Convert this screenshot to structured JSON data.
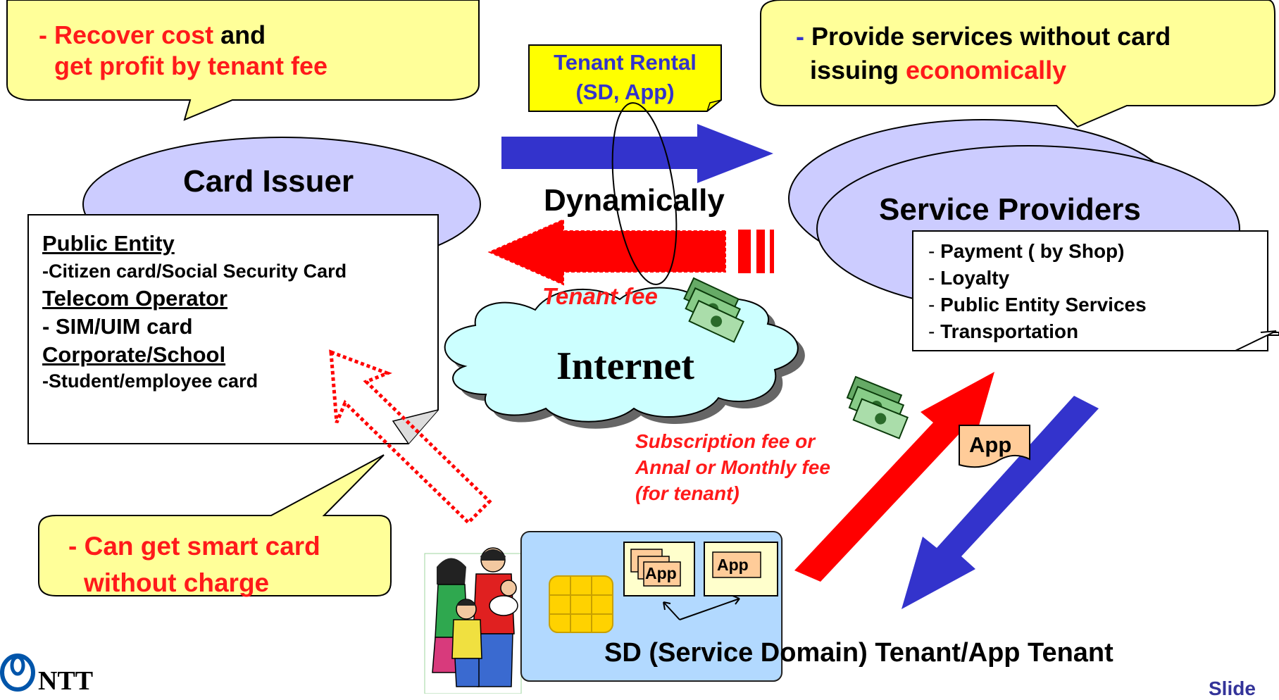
{
  "colors": {
    "callout_fill": "#ffff99",
    "ellipse_fill": "#ccccff",
    "note_fill": "#ffff00",
    "arrow_blue": "#3333cc",
    "arrow_red": "#ff0000",
    "highlight_red": "#ff1a1a",
    "cloud_fill": "#ccffff",
    "card_fill": "#99ccff",
    "app_fill": "#ffffcc",
    "slide_label": "#333399"
  },
  "icons": [
    "money-icon",
    "family-icon",
    "chip-icon",
    "ntt-logo-icon",
    "app-document-icon"
  ],
  "callout_top_left": {
    "dash": "- ",
    "red1": "Recover cost",
    "black1": " and",
    "line2": "get profit by tenant fee"
  },
  "callout_top_right": {
    "dash": "- ",
    "black1": "Provide services  without card",
    "black2": "issuing ",
    "red2": "economically"
  },
  "callout_bottom_left": {
    "line1": "- Can get smart card",
    "line2": "without charge"
  },
  "tenant_rental_note": {
    "line1": "Tenant Rental",
    "line2": "(SD, App)"
  },
  "card_issuer": {
    "title": "Card Issuer"
  },
  "issuer_box": {
    "h1": "Public Entity",
    "l1": "-Citizen card/Social Security Card",
    "h2": "Telecom Operator",
    "l2": "- SIM/UIM card",
    "h3": "Corporate/School",
    "l3": "-Student/employee card"
  },
  "dynamically_label": "Dynamically",
  "tenant_fee_label": "Tenant fee",
  "internet_label": "Internet",
  "service_providers": {
    "title": "Service Providers",
    "items": [
      {
        "dash": "- ",
        "text": "Payment ( by Shop)"
      },
      {
        "dash": "- ",
        "text": "Loyalty"
      },
      {
        "dash": "- ",
        "text": "Public Entity Services"
      },
      {
        "dash": "- ",
        "text": "Transportation"
      }
    ]
  },
  "subscription_label": {
    "line1": "Subscription fee  or",
    "line2": "Annal or Monthly fee",
    "line3": "(for tenant)"
  },
  "app_labels": {
    "app_doc": "App",
    "card_app1": "App",
    "card_app2": "App"
  },
  "sd_caption": "SD (Service Domain) Tenant/App Tenant",
  "ntt_logo_text": "NTT",
  "slide_label": "Slide"
}
